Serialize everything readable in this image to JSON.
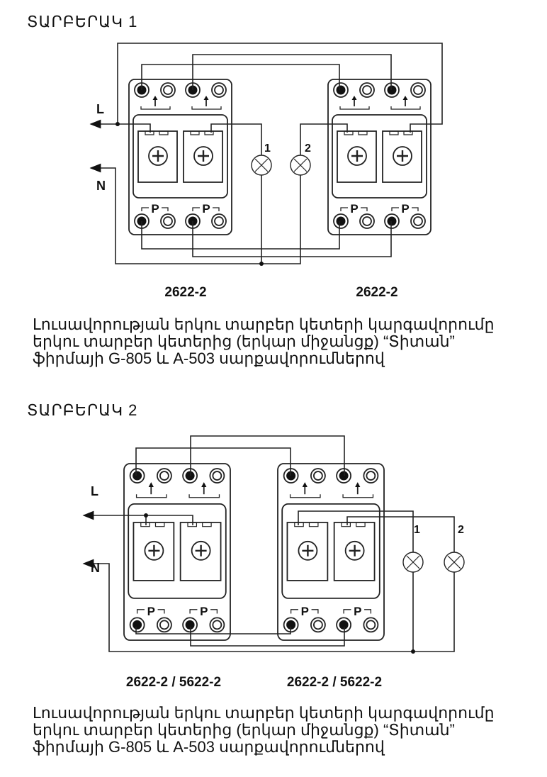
{
  "variant1": {
    "title": "ՏԱՐԲԵՐԱԿ 1",
    "line_label": "L",
    "neutral_label": "N",
    "lamp1_label": "1",
    "lamp2_label": "2",
    "device_left_label": "2622-2",
    "device_right_label": "2622-2",
    "caption": [
      "Լուսավորության երկու տարբեր կետերի կարգավորումը",
      "երկու տարբեր կետերից (երկար միջանցք) “Տիտան”",
      "ֆիրմայի G-805 և A-503 սարքավորումներով"
    ]
  },
  "variant2": {
    "title": "ՏԱՐԲԵՐԱԿ 2",
    "line_label": "L",
    "neutral_label": "N",
    "lamp1_label": "1",
    "lamp2_label": "2",
    "device_left_label": "2622-2 / 5622-2",
    "device_right_label": "2622-2 / 5622-2",
    "caption": [
      "Լուսավորության երկու տարբեր կետերի կարգավորումը",
      "երկու տարբեր կետերից (երկար միջանցք) “Տիտան”",
      "ֆիրմայի G-805 և A-503 սարքավորումներով"
    ]
  },
  "device": {
    "terminal_label": "P"
  }
}
